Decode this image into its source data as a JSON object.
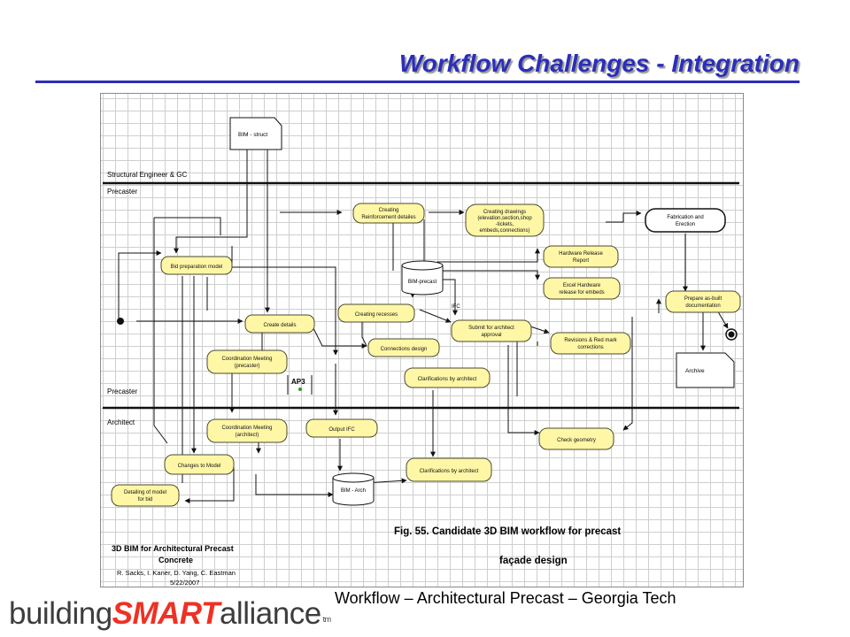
{
  "slide": {
    "title": "Workflow Challenges - Integration",
    "footer": "Workflow – Architectural Precast – Georgia Tech"
  },
  "logo": {
    "part1": "building",
    "part2": "SMART",
    "part3": "alliance",
    "tm": "tm"
  },
  "diagram": {
    "lanes": {
      "structural": "Structural Engineer & GC",
      "precaster_top": "Precaster",
      "precaster_bottom": "Precaster",
      "architect": "Architect"
    },
    "documents": {
      "bim_struct": "BIM - struct",
      "archive": "Archive"
    },
    "activities": {
      "creating_reinforcement": [
        "Creating",
        "Reinforcement detailes"
      ],
      "creating_drawings": [
        "Creating drawings",
        "(elevation,section,shop",
        "-tickets,",
        "embeds,connections)"
      ],
      "fabrication": [
        "Fabrication and",
        "Erection"
      ],
      "bid_model": [
        "Bid preparation model"
      ],
      "hardware_release": [
        "Hardware Release",
        "Report"
      ],
      "excel_hardware": [
        "Excel Hardware",
        "release for embeds"
      ],
      "prepare_asbuilt": [
        "Prepare as-built",
        "documentation"
      ],
      "creating_recesses": [
        "Creating recesses"
      ],
      "create_details": [
        "Create details"
      ],
      "submit_architect": [
        "Submit for architect",
        "approval"
      ],
      "revisions": [
        "Revisions & Red mark",
        "corrections"
      ],
      "connections_design": [
        "Connections design"
      ],
      "coord_precaster": [
        "Coordination Meeting",
        "(precaster)"
      ],
      "clarif_1": [
        "Clarifications by architect"
      ],
      "coord_architect": [
        "Coordination Meeting",
        "(architect)"
      ],
      "output_ifc": [
        "Output IFC"
      ],
      "check_geometry": [
        "Check geometry"
      ],
      "changes_model": [
        "Changes to Model"
      ],
      "clarif_2": [
        "Clarifications by architect"
      ],
      "detailing_bid": [
        "Detailing of model",
        "for bid"
      ]
    },
    "datastores": {
      "bim_precast": "BIM-precast",
      "bim_arch": "BIM - Arch"
    },
    "labels": {
      "ifc": "IFC",
      "ap3": "AP3"
    },
    "caption": {
      "line1": "Fig. 55. Candidate 3D BIM workflow for precast",
      "line2": "façade design"
    },
    "credits": {
      "line1": "3D BIM for Architectural Precast",
      "line2": "Concrete",
      "line3": "R. Sacks, I. Kaner, D. Yang, C. Eastman",
      "line4": "5/22/2007"
    }
  }
}
